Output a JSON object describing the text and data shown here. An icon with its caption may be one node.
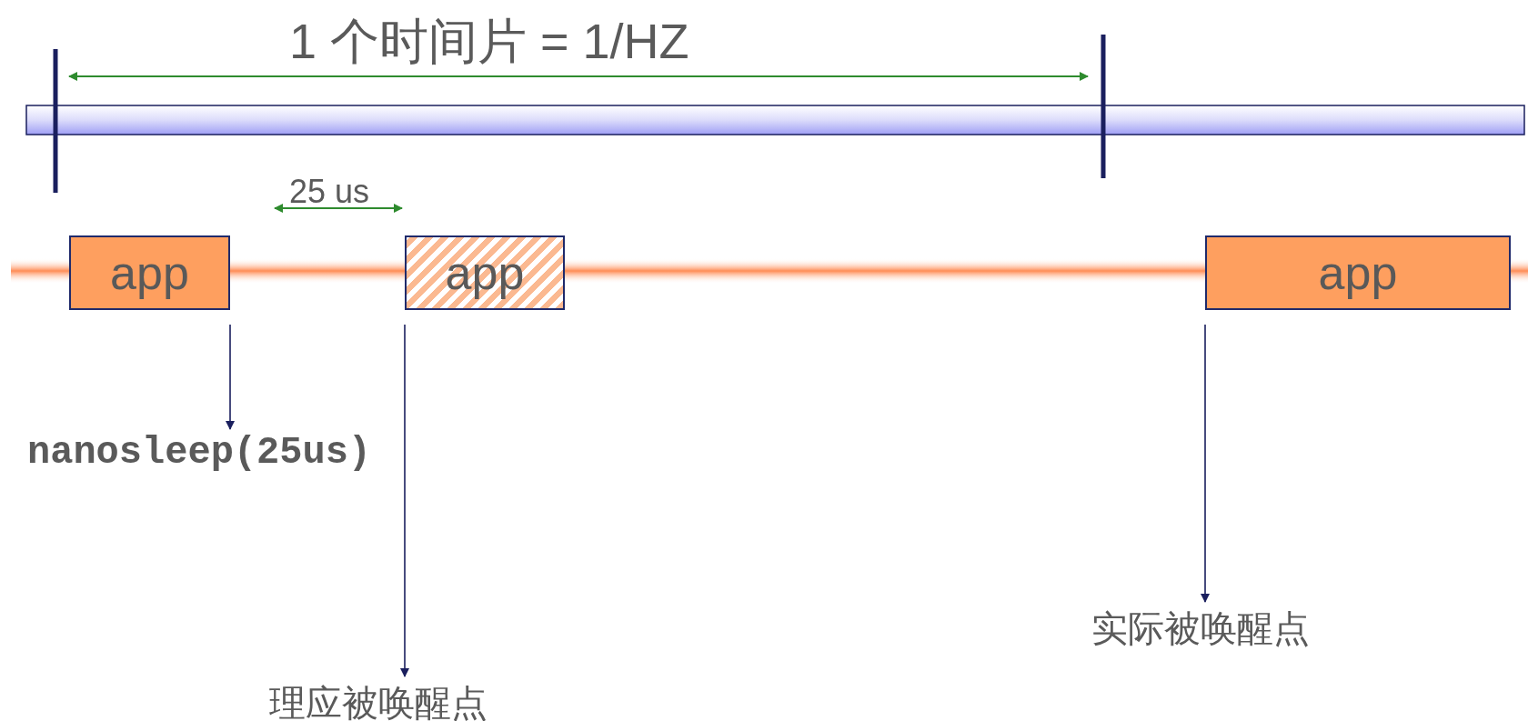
{
  "diagram": {
    "nodes": [
      {
        "text": [
          "app"
        ]
      },
      {
        "text": [
          "app"
        ]
      },
      {
        "text": [
          "app"
        ]
      },
      {
        "text": [
          "nanosleep(25us)"
        ]
      },
      {
        "text": [
          "理应被唤醒点"
        ]
      },
      {
        "text": [
          "实际被唤醒点"
        ]
      }
    ],
    "edges": [
      {
        "from": 0,
        "to": 3,
        "arrow": "to"
      },
      {
        "from": 1,
        "to": 4,
        "arrow": "to"
      },
      {
        "from": 2,
        "to": 5,
        "arrow": "to"
      }
    ],
    "labels": [
      "1 个时间片 = 1/HZ",
      "25 us"
    ]
  }
}
